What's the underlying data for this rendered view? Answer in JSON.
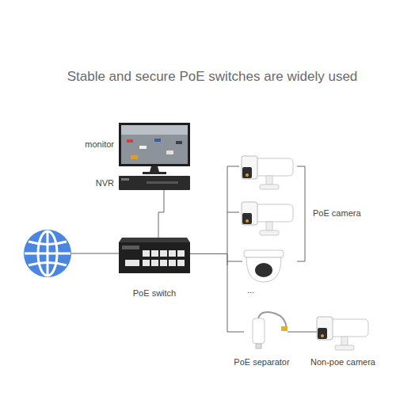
{
  "diagram": {
    "title": "Stable and secure PoE switches are widely used",
    "nodes": [
      {
        "text": [
          "monitor"
        ]
      },
      {
        "text": [
          "NVR"
        ]
      },
      {
        "text": [
          "PoE switch"
        ]
      },
      {
        "text": [
          "PoE separator"
        ]
      },
      {
        "text": [
          "Non-poe camera"
        ]
      }
    ],
    "edges": [
      {
        "from": 1,
        "to": 2,
        "arrow": "none"
      },
      {
        "from": 2,
        "to": 3,
        "arrow": "none"
      },
      {
        "from": 3,
        "to": 4,
        "arrow": "none"
      }
    ],
    "labels": [
      "PoE camera",
      "..."
    ]
  }
}
